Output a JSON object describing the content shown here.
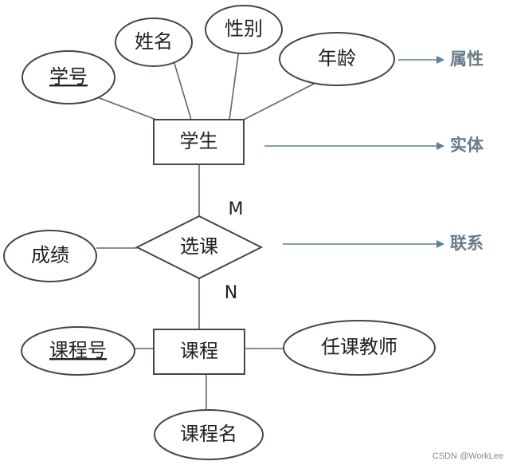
{
  "attributes": {
    "student_id": "学号",
    "name": "姓名",
    "gender": "性别",
    "age": "年龄",
    "grade": "成绩",
    "course_id": "课程号",
    "teacher": "任课教师",
    "course_name": "课程名"
  },
  "entities": {
    "student": "学生",
    "course": "课程"
  },
  "relationship": {
    "label": "选课",
    "card_student": "M",
    "card_course": "N"
  },
  "legend": {
    "attribute": "属性",
    "entity": "实体",
    "relationship": "联系"
  },
  "watermark": "CSDN @WorkLee"
}
